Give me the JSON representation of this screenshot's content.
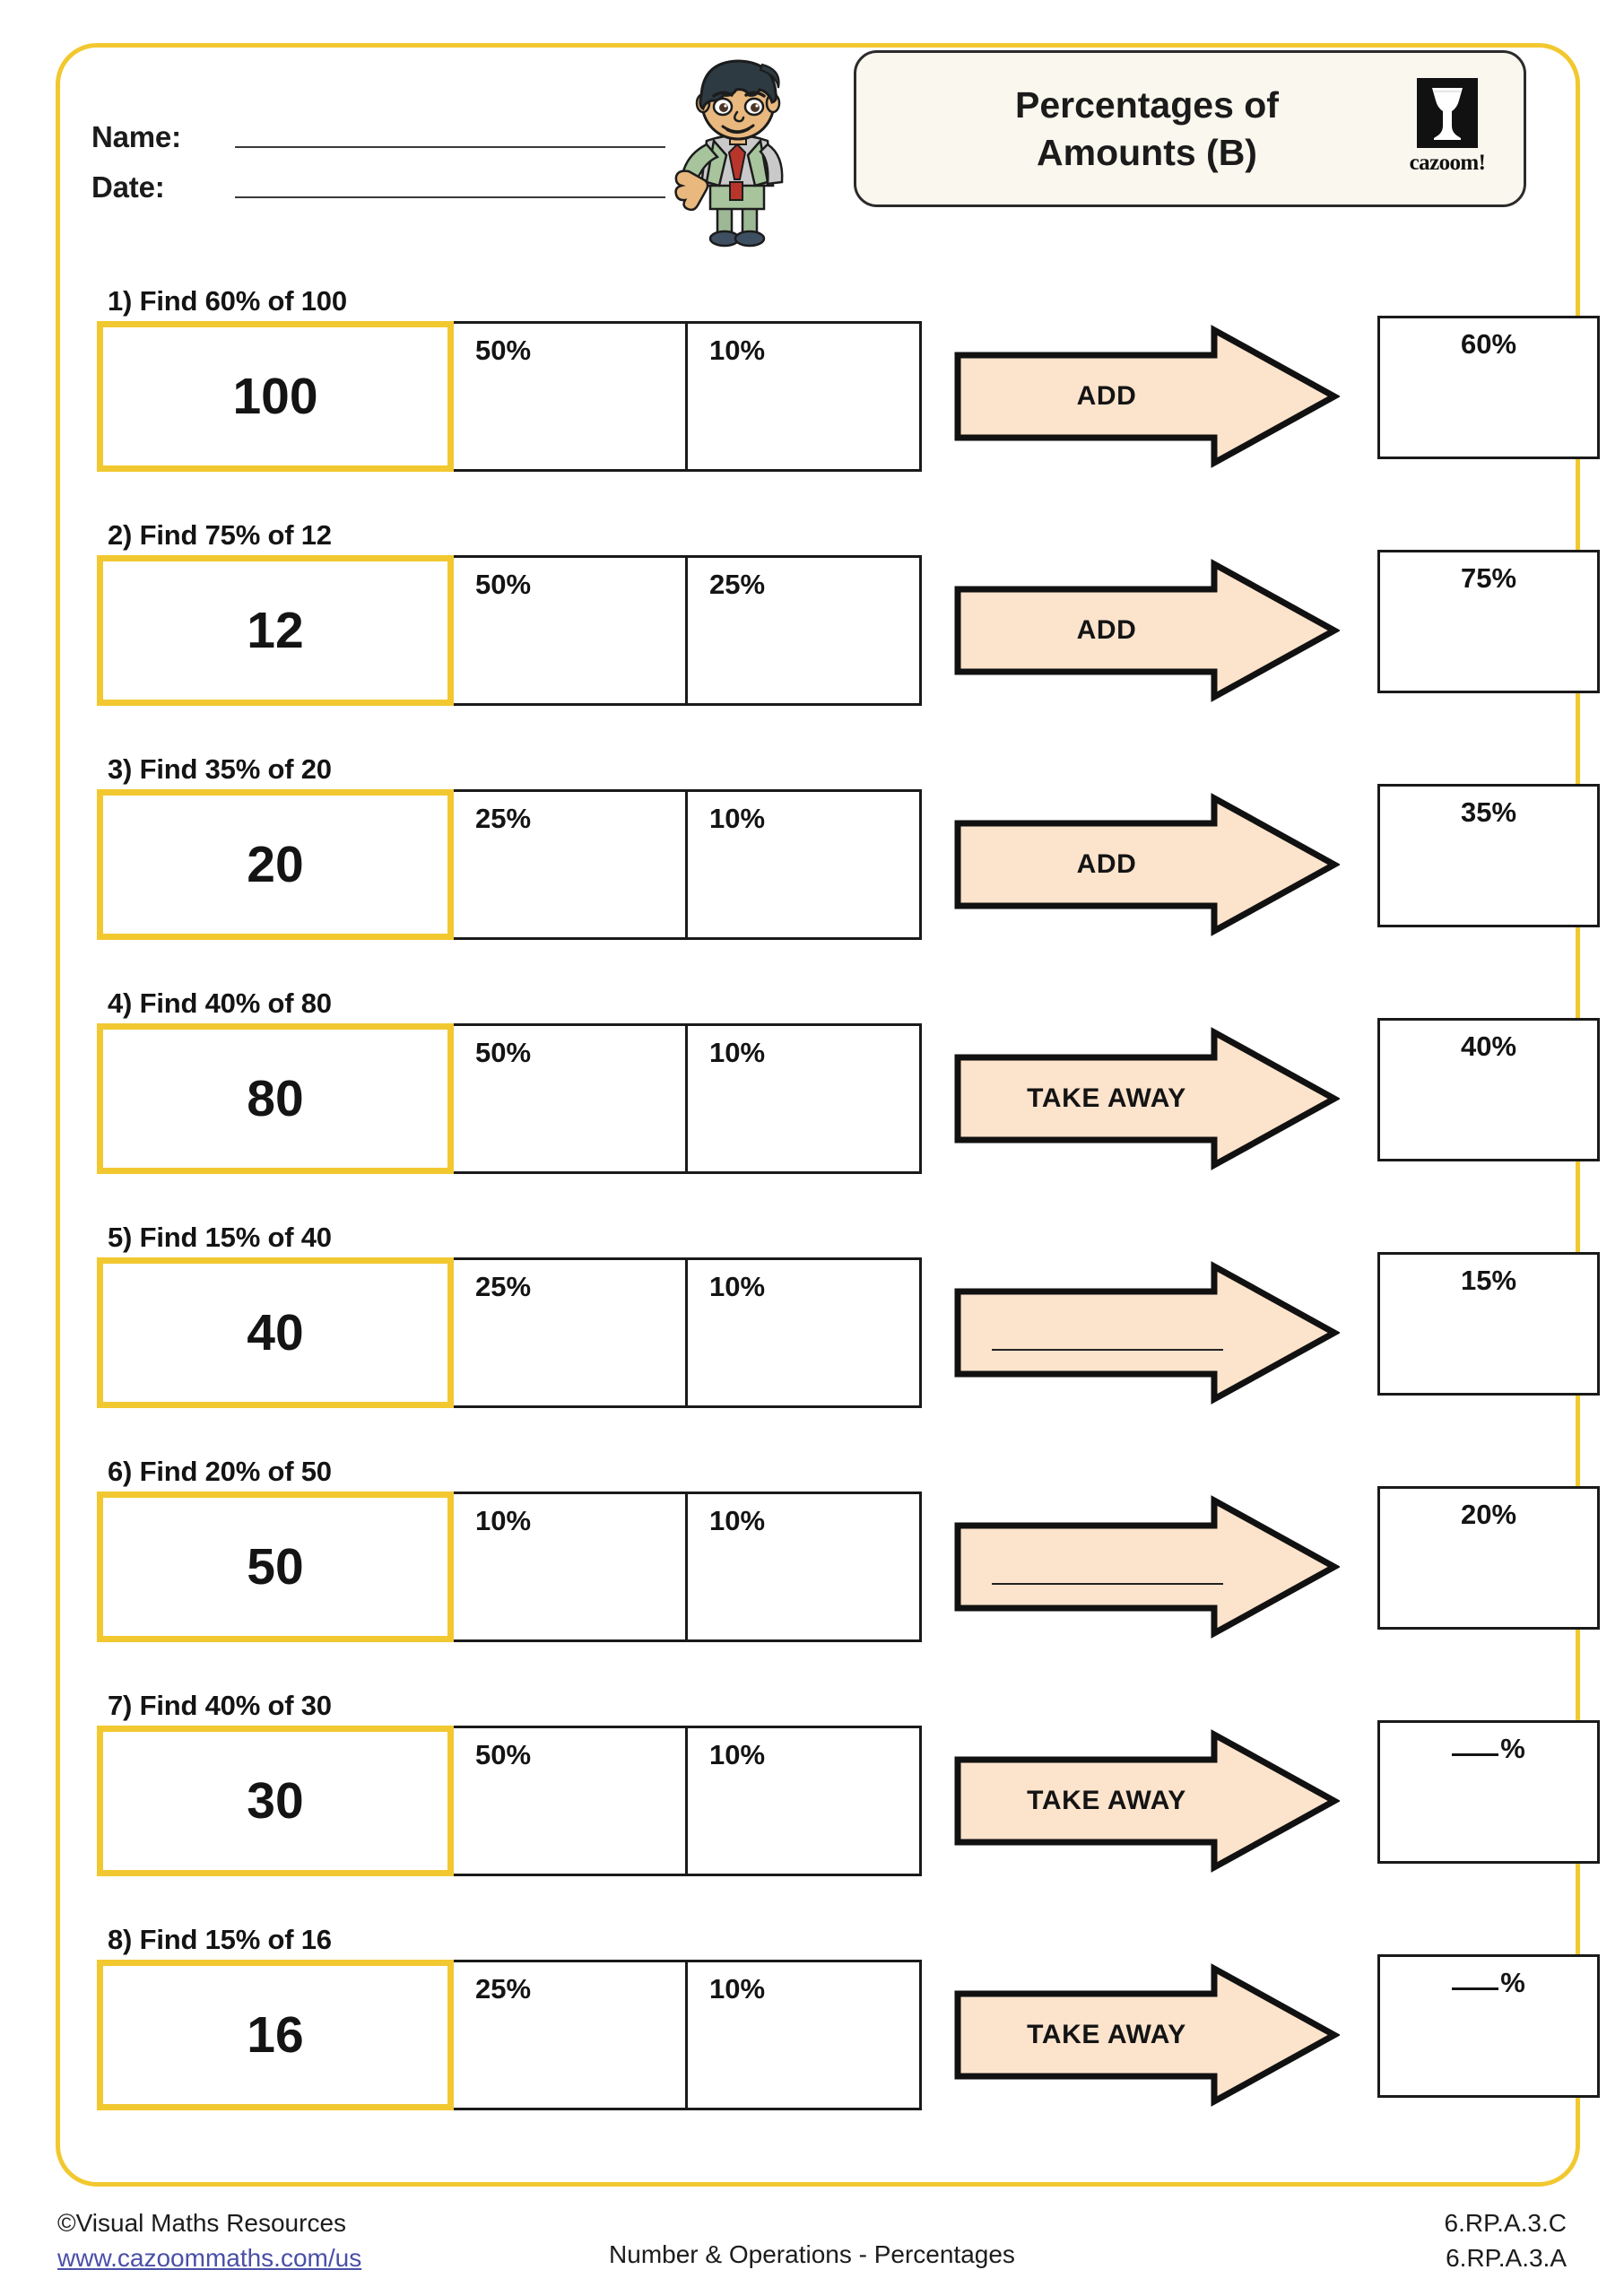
{
  "header": {
    "name_label": "Name:",
    "date_label": "Date:",
    "title_line1": "Percentages of",
    "title_line2": "Amounts (B)",
    "logo_word": "cazoom!",
    "logo_icon": "vase-icon",
    "mascot_icon": "waving-schoolboy-icon"
  },
  "colors": {
    "frame_yellow": "#F2C830",
    "amount_border_yellow": "#F2C830",
    "arrow_fill": "#FCE3CC",
    "arrow_stroke": "#111111",
    "title_card_bg": "#FAF7EE",
    "link_blue": "#4A4FA8"
  },
  "questions": [
    {
      "number": "1)",
      "prompt": "1) Find 60% of 100",
      "amount": "100",
      "pct1": "50%",
      "pct2": "10%",
      "operation": "ADD",
      "has_blank_operation": false,
      "answer": "60%",
      "answer_is_blank": false
    },
    {
      "number": "2)",
      "prompt": "2) Find 75% of 12",
      "amount": "12",
      "pct1": "50%",
      "pct2": "25%",
      "operation": "ADD",
      "has_blank_operation": false,
      "answer": "75%",
      "answer_is_blank": false
    },
    {
      "number": "3)",
      "prompt": "3) Find 35% of 20",
      "amount": "20",
      "pct1": "25%",
      "pct2": "10%",
      "operation": "ADD",
      "has_blank_operation": false,
      "answer": "35%",
      "answer_is_blank": false
    },
    {
      "number": "4)",
      "prompt": "4) Find 40% of 80",
      "amount": "80",
      "pct1": "50%",
      "pct2": "10%",
      "operation": "TAKE AWAY",
      "has_blank_operation": false,
      "answer": "40%",
      "answer_is_blank": false
    },
    {
      "number": "5)",
      "prompt": "5) Find 15% of 40",
      "amount": "40",
      "pct1": "25%",
      "pct2": "10%",
      "operation": "",
      "has_blank_operation": true,
      "answer": "15%",
      "answer_is_blank": false
    },
    {
      "number": "6)",
      "prompt": "6) Find 20% of 50",
      "amount": "50",
      "pct1": "10%",
      "pct2": "10%",
      "operation": "",
      "has_blank_operation": true,
      "answer": "20%",
      "answer_is_blank": false
    },
    {
      "number": "7)",
      "prompt": "7) Find 40% of 30",
      "amount": "30",
      "pct1": "50%",
      "pct2": "10%",
      "operation": "TAKE AWAY",
      "has_blank_operation": false,
      "answer": "___%",
      "answer_is_blank": true
    },
    {
      "number": "8)",
      "prompt": "8) Find 15% of 16",
      "amount": "16",
      "pct1": "25%",
      "pct2": "10%",
      "operation": "TAKE AWAY",
      "has_blank_operation": false,
      "answer": "___%",
      "answer_is_blank": true
    }
  ],
  "footer": {
    "copyright": "©Visual Maths Resources",
    "url": "www.cazoommaths.com/us",
    "center": "Number & Operations - Percentages",
    "standard1": "6.RP.A.3.C",
    "standard2": "6.RP.A.3.A"
  }
}
